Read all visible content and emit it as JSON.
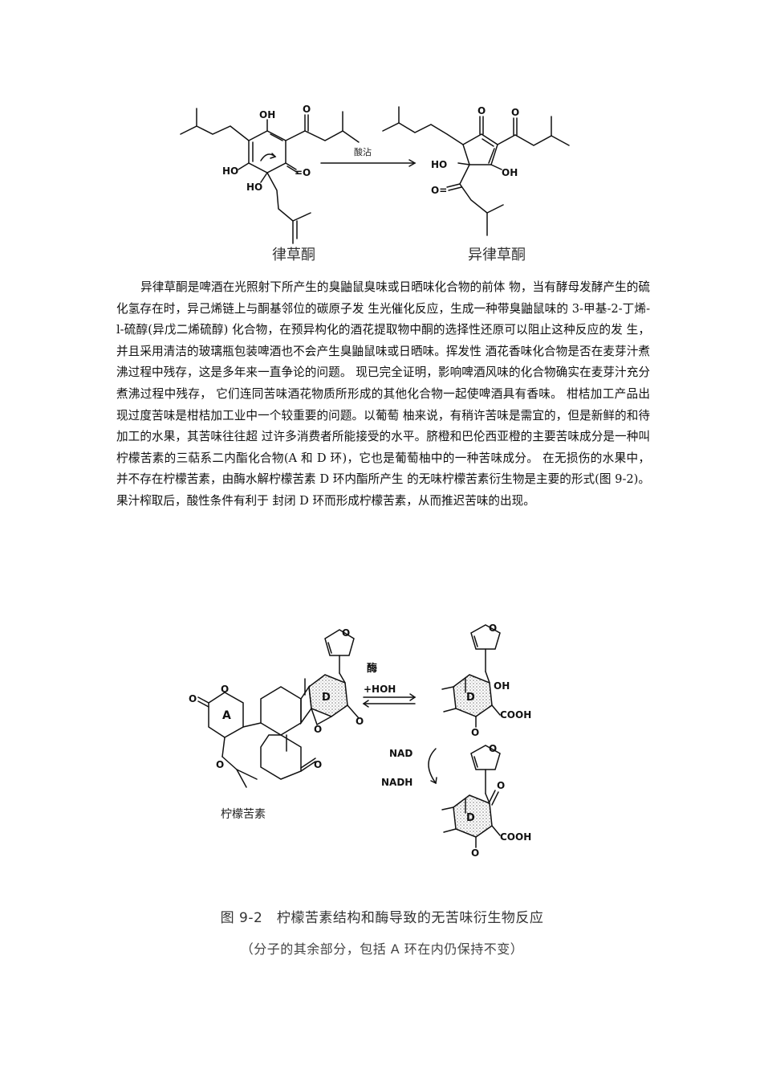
{
  "figure_top": {
    "left_name": "律草酮",
    "right_name": "异律草酮",
    "arrow_label": "酸沾",
    "labels": {
      "oh": "OH",
      "ho": "HO",
      "o": "O",
      "o_eq": "O=",
      "eq_o": "=O"
    }
  },
  "paragraph": "异律草酮是啤酒在光照射下所产生的臭鼬鼠臭味或日晒味化合物的前体 物，当有酵母发酵产生的硫化氢存在时，异己烯链上与酮基邻位的碳原子发 生光催化反应，生成一种带臭鼬鼠味的 3-甲基-2-丁烯-l-硫醇(异戊二烯硫醇) 化合物，在预异构化的酒花提取物中酮的选择性还原可以阻止这种反应的发 生，并且采用清洁的玻璃瓶包装啤酒也不会产生臭鼬鼠味或日晒味。挥发性 酒花香味化合物是否在麦芽汁煮沸过程中残存，这是多年来一直争论的问题。 现已完全证明，影响啤酒风味的化合物确实在麦芽汁充分煮沸过程中残存， 它们连同苦味酒花物质所形成的其他化合物一起使啤酒具有香味。 柑桔加工产品出现过度苦味是柑桔加工业中一个较重要的问题。以葡萄 柚来说，有稍许苦味是需宜的，但是新鲜的和待加工的水果，其苦味往往超 过许多消费者所能接受的水平。脐橙和巴伦西亚橙的主要苦味成分是一种叫 柠檬苦素的三萜系二内酯化合物(A 和 D 环)，它也是葡萄柚中的一种苦味成分。 在无损伤的水果中，并不存在柠檬苦素，由酶水解柠檬苦素 D 环内酯所产生 的无味柠檬苦素衍生物是主要的形式(图 9-2)。果汁榨取后，酸性条件有利于 封闭 D 环而形成柠檬苦素，从而推迟苦味的出现。",
  "figure_bottom": {
    "enzyme_label": "酶",
    "hydrolysis_label": "+HOH",
    "nad_label": "NAD",
    "nadh_label": "NADH",
    "ring_a": "A",
    "ring_d": "D",
    "oh": "OH",
    "cooh": "COOH",
    "o": "O",
    "compound_name": "柠檬苦素"
  },
  "caption": {
    "line1": "图 9-2　柠檬苦素结构和酶导致的无苦味衍生物反应",
    "line2": "（分子的其余部分，包括 A 环在内仍保持不变）"
  }
}
